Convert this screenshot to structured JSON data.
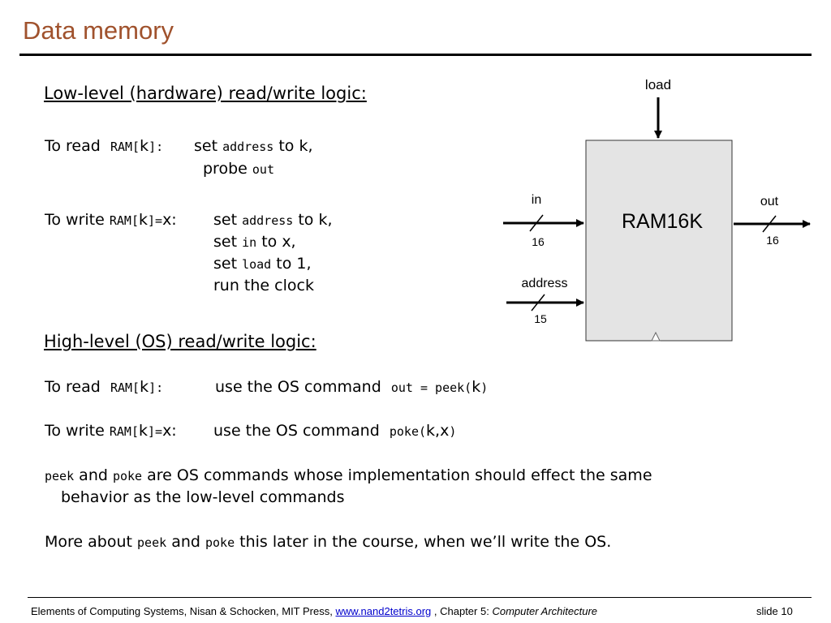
{
  "title": "Data memory",
  "low_level": {
    "heading": "Low-level (hardware) read/write logic:",
    "read": {
      "prefix": "To read",
      "ram": "RAM[",
      "k": "k",
      "close": "]:",
      "set": "set",
      "address": "address",
      "to_k": "to k,",
      "probe": "probe",
      "out": "out"
    },
    "write": {
      "prefix": "To write",
      "ram": "RAM[",
      "k": "k",
      "close_eq": "]=",
      "x": "x:",
      "set": "set",
      "address": "address",
      "to_k": "to k,",
      "in": "in",
      "to_x": "to x,",
      "load": "load",
      "to_1": "to 1,",
      "run_clock": "run the clock"
    }
  },
  "high_level": {
    "heading": "High-level (OS) read/write logic:",
    "read": {
      "prefix": "To read",
      "ram": "RAM[",
      "k": "k",
      "close": "]:",
      "use": "use the OS command",
      "code": "out = peek(",
      "arg": "k",
      "paren": ")"
    },
    "write": {
      "prefix": "To write",
      "ram": "RAM[",
      "k": "k",
      "close_eq": "]=",
      "x": "x:",
      "use": "use the OS command",
      "code": "poke(",
      "arg": "k,x",
      "paren": ")"
    }
  },
  "note": {
    "peek": "peek",
    "and": "and",
    "poke": "poke",
    "line1_rest": "are OS commands whose implementation should effect the same",
    "line2": "behavior as the low-level commands"
  },
  "more": {
    "prefix": "More about",
    "peek": "peek",
    "and": "and",
    "poke": "poke",
    "rest": "this later in the course, when we’ll write the OS."
  },
  "diagram": {
    "chip_name": "RAM16K",
    "load_label": "load",
    "in_label": "in",
    "in_width": "16",
    "address_label": "address",
    "address_width": "15",
    "out_label": "out",
    "out_width": "16",
    "chip_fill": "#e4e4e4"
  },
  "footer": {
    "text1": "Elements of Computing Systems, Nisan & Schocken, MIT Press,",
    "link": "www.nand2tetris.org",
    "text2": ", Chapter 5:",
    "chapter": "Computer Architecture",
    "slide": "slide 10"
  }
}
